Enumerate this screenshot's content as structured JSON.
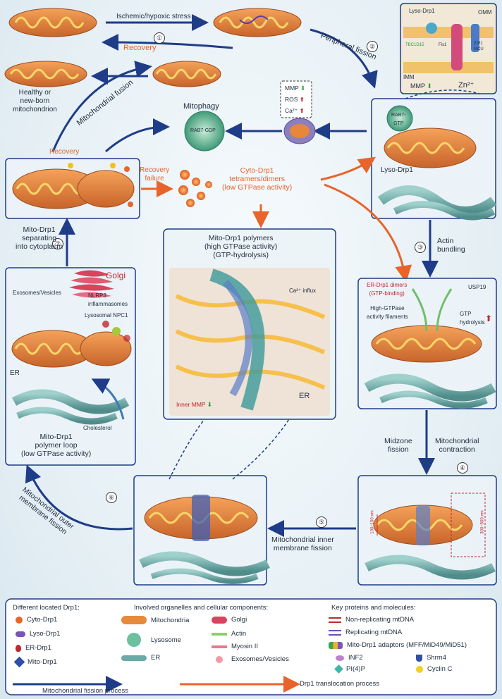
{
  "labels": {
    "ischemic": "Ischemic/hypoxic stress",
    "peripheral_fission": "Peripheral fission",
    "recovery_top": "Recovery",
    "healthy": "Healthy or\nnew-born\nmitochondrion",
    "fusion": "Mitochondrial fusion",
    "mitophagy": "Mitophagy",
    "rab7_gdp": "RAB7-GDP",
    "mmp": "MMP",
    "ros": "ROS",
    "ca": "Ca²⁺",
    "recovery_left": "Recovery",
    "recovery_failure": "Recovery\nfailure",
    "cyto_drp1": "Cyto-Drp1\ntetramers/dimers\n(low GTPase activity)",
    "lyso_drp1_top": "Lyso-Drp1",
    "omm": "OMM",
    "tbc1d15": "TBC1D15",
    "fis1": "Fis1",
    "zip1": "ZIP1",
    "mcu": "MCU",
    "imm": "IMM",
    "mmp_zn": "MMP",
    "zn": "Zn²⁺",
    "rab7_gtp": "RAB7-\nGTP",
    "lyso_drp1": "Lyso-Drp1",
    "actin_bundling": "Actin\nbundling",
    "mito_sep": "Mito-Drp1\nseparating\ninto cytoplasm",
    "golgi": "Golgi",
    "exosomes": "Exosomes/Vesicles",
    "nlrp3": "NLRP3\ninflammasomes",
    "npc1": "Lysosomal NPC1",
    "er_left": "ER",
    "cholesterol": "Cholesterol",
    "mito_loop": "Mito-Drp1\npolymer loop\n(low GTPase activity)",
    "polymers": "Mito-Drp1 polymers\n(high GTPase activity)\n(GTP-hydrolysis)",
    "ca_influx": "Ca²⁺ influx",
    "inner_mmp": "Inner MMP",
    "er_center": "ER",
    "er_drp1": "ER-Drp1 dimers\n(GTP-binding)",
    "usp19": "USP19",
    "high_gtpase": "High-GTPase\nactivity filaments",
    "gtp_hydrolysis": "GTP\nhydrolysis",
    "midzone": "Midzone\nfission",
    "mito_contraction": "Mitochondrial\ncontraction",
    "dim_100": "100–150 nm",
    "dim_300": "300–500 nm",
    "inner_fission": "Mitochondrial inner\nmembrane fission",
    "outer_fission": "Mitochondrial outer\nmembrane fission"
  },
  "steps": [
    "①",
    "②",
    "③",
    "④",
    "⑤",
    "⑥",
    "⑦"
  ],
  "legend": {
    "col1_title": "Different located Drp1:",
    "col1": [
      "Cyto-Drp1",
      "Lyso-Drp1",
      "ER-Drp1",
      "Mito-Drp1"
    ],
    "col2_title": "Involved organelles and cellular components:",
    "col2a": [
      "Mitochondria",
      "Lysosome",
      "ER"
    ],
    "col2b": [
      "Golgi",
      "Actin",
      "Myosin II",
      "Exosomes/Vesicles"
    ],
    "col3_title": "Key proteins and molecules:",
    "col3": [
      "Non-replicating mtDNA",
      "Replicating mtDNA",
      "Mito-Drp1 adaptors (MFF/MiD49/MiD51)"
    ],
    "col3b": [
      "INF2",
      "PI(4)P"
    ],
    "col3c": [
      "Shrm4",
      "Cyclin C"
    ],
    "process_fission": "Mitochondrial fission process",
    "process_translocation": "Drp1 translocation process"
  },
  "colors": {
    "navy": "#1f3c88",
    "orange": "#e8642a",
    "mito_outer": "#e78a3c",
    "mito_inner": "#f6c04a",
    "er": "#6fa8a6",
    "red": "#c1272d",
    "green": "#2a9d3c"
  }
}
